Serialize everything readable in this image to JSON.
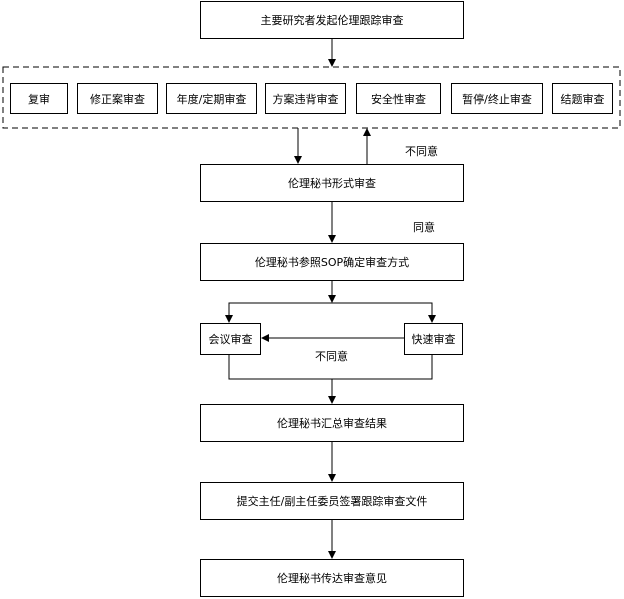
{
  "flow": {
    "start": "主要研究者发起伦理跟踪审查",
    "types": [
      "复审",
      "修正案审查",
      "年度/定期审查",
      "方案违背审查",
      "安全性审查",
      "暂停/终止审查",
      "结题审查"
    ],
    "formal_review": "伦理秘书形式审查",
    "disagree_1": "不同意",
    "agree": "同意",
    "sop": "伦理秘书参照SOP确定审查方式",
    "meeting": "会议审查",
    "fast": "快速审查",
    "disagree_2": "不同意",
    "summary": "伦理秘书汇总审查结果",
    "submit": "提交主任/副主任委员签署跟踪审查文件",
    "deliver": "伦理秘书传达审查意见"
  }
}
